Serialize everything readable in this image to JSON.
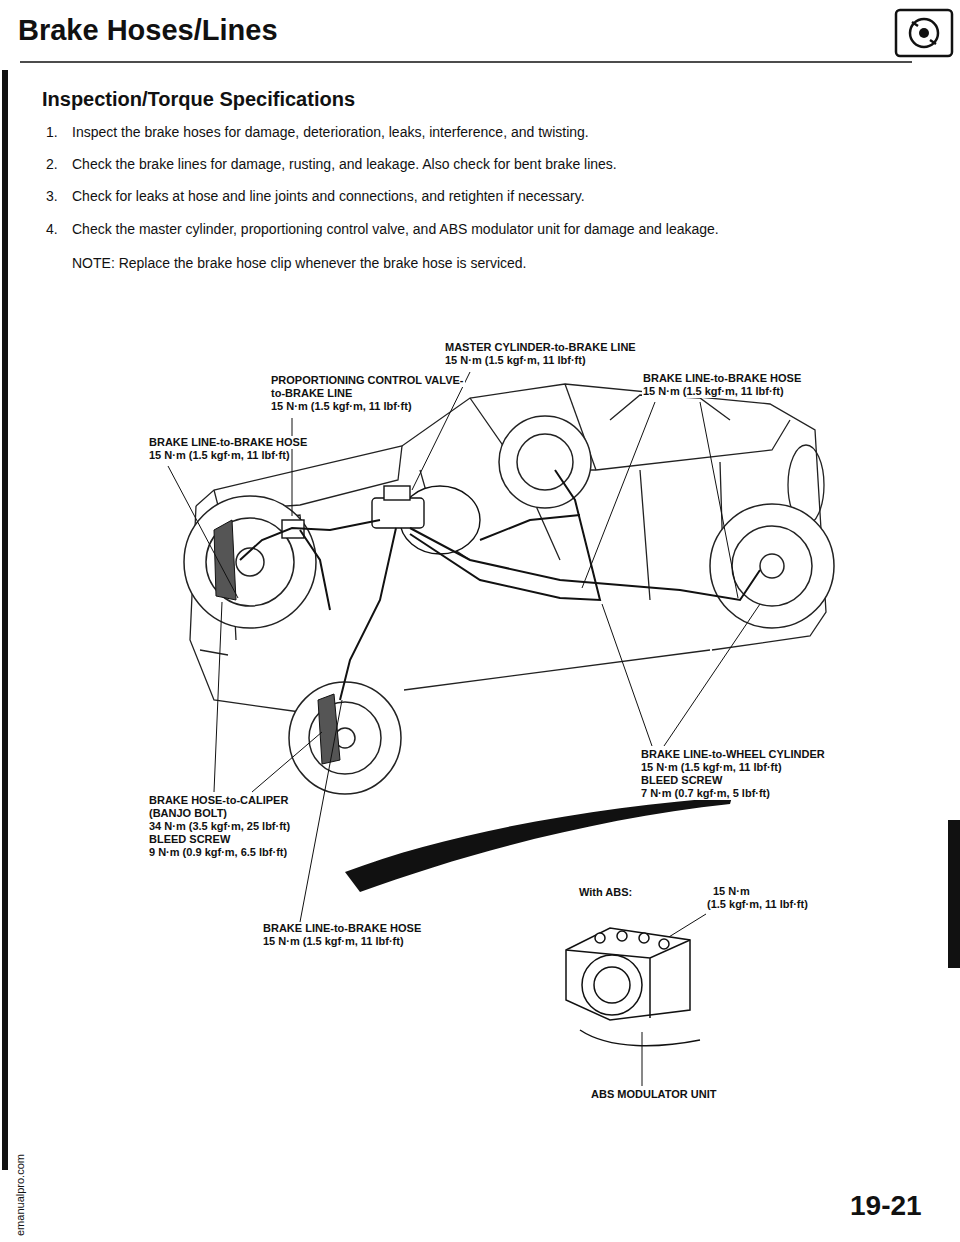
{
  "diagram": {
    "title": "Brake Hoses/Lines",
    "labels": [
      "Inspection/Torque Specifications",
      "1.",
      "Inspect the brake hoses for damage, deterioration, leaks, interference, and twisting.",
      "2.",
      "Check the brake lines for damage, rusting, and leakage. Also check for bent brake lines.",
      "3.",
      "Check for leaks at hose and line joints and connections, and retighten if necessary.",
      "4.",
      "Check the master cylinder, proportioning control valve, and ABS modulator unit for damage and leakage.",
      "NOTE: Replace the brake hose clip whenever the brake hose is serviced.",
      "MASTER CYLINDER-to-BRAKE LINE",
      "15 N·m (1.5 kgf·m, 11 lbf·ft)",
      "PROPORTIONING CONTROL VALVE-",
      "to-BRAKE LINE",
      "15 N·m (1.5 kgf·m, 11 lbf·ft)",
      "BRAKE LINE-to-BRAKE HOSE",
      "15 N·m (1.5 kgf·m, 11 lbf·ft)",
      "BRAKE LINE-to-BRAKE HOSE",
      "15 N·m (1.5 kgf·m, 11 lbf·ft)",
      "BRAKE LINE-to-WHEEL CYLINDER",
      "15 N·m (1.5 kgf·m, 11 lbf·ft)",
      "BLEED SCREW",
      "7 N·m (0.7 kgf·m, 5 lbf·ft)",
      "BRAKE HOSE-to-CALIPER",
      "(BANJO BOLT)",
      "34 N·m (3.5 kgf·m, 25 lbf·ft)",
      "BLEED SCREW",
      "9 N·m (0.9 kgf·m, 6.5 lbf·ft)",
      "With ABS:",
      "15 N·m",
      "(1.5 kgf·m, 11 lbf·ft)",
      "BRAKE LINE-to-BRAKE HOSE",
      "15 N·m (1.5 kgf·m, 11 lbf·ft)",
      "ABS MODULATOR UNIT",
      "19-21",
      "emanualpro.com"
    ]
  }
}
